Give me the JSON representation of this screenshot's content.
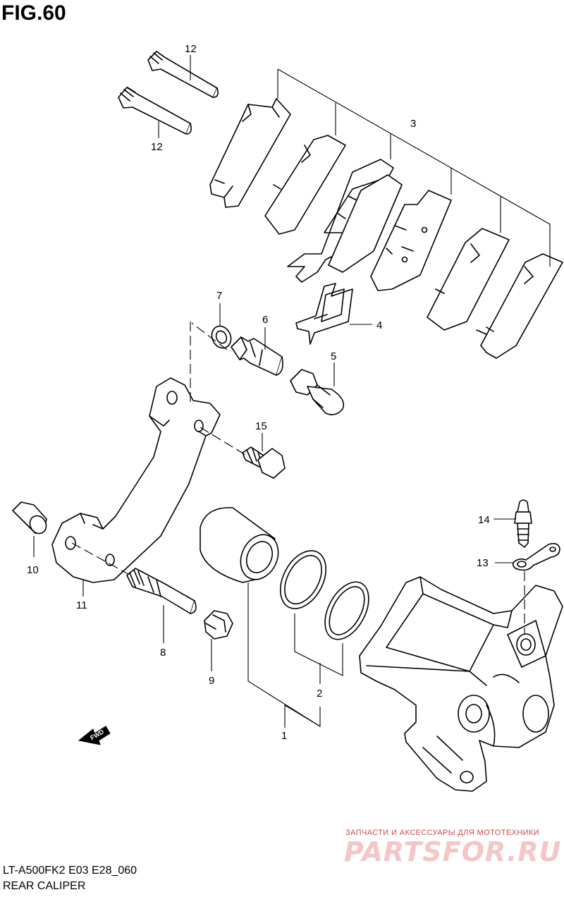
{
  "figure": {
    "title": "FIG.60",
    "model_code": "LT-A500FK2 E03 E28_060",
    "section_name": "REAR CALIPER"
  },
  "callouts": [
    {
      "id": "12a",
      "label": "12"
    },
    {
      "id": "12b",
      "label": "12"
    },
    {
      "id": "3",
      "label": "3"
    },
    {
      "id": "7",
      "label": "7"
    },
    {
      "id": "6",
      "label": "6"
    },
    {
      "id": "4",
      "label": "4"
    },
    {
      "id": "5",
      "label": "5"
    },
    {
      "id": "15",
      "label": "15"
    },
    {
      "id": "14",
      "label": "14"
    },
    {
      "id": "13",
      "label": "13"
    },
    {
      "id": "10",
      "label": "10"
    },
    {
      "id": "11",
      "label": "11"
    },
    {
      "id": "8",
      "label": "8"
    },
    {
      "id": "9",
      "label": "9"
    },
    {
      "id": "2",
      "label": "2"
    },
    {
      "id": "1",
      "label": "1"
    }
  ],
  "direction_arrow": {
    "label": "FWD"
  },
  "watermark": {
    "tagline": "ЗАПЧАСТИ И АКСЕССУАРЫ ДЛЯ МОТОТЕХНИКИ",
    "brand": "PARTSFOR.RU"
  }
}
